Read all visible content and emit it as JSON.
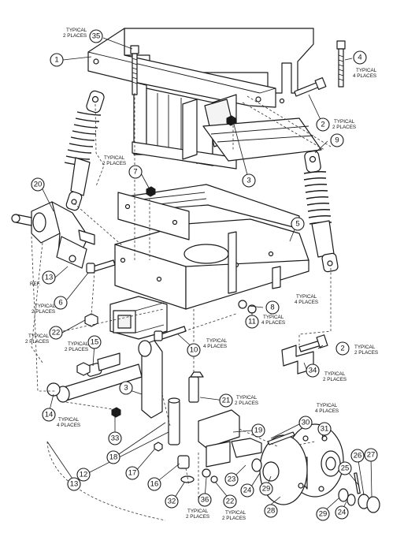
{
  "callouts": {
    "c1": "1",
    "c2a": "2",
    "c2b": "2",
    "c3a": "3",
    "c3b": "3",
    "c4": "4",
    "c5": "5",
    "c6": "6",
    "c7": "7",
    "c8": "8",
    "c9": "9",
    "c10": "10",
    "c11": "11",
    "c12": "12",
    "c13a": "13",
    "c13b": "13",
    "c14": "14",
    "c15": "15",
    "c16": "16",
    "c17": "17",
    "c18": "18",
    "c19": "19",
    "c20": "20",
    "c21": "21",
    "c22a": "22",
    "c22b": "22",
    "c23": "23",
    "c24a": "24",
    "c24b": "24",
    "c25": "25",
    "c26": "26",
    "c27": "27",
    "c28": "28",
    "c29a": "29",
    "c29b": "29",
    "c30": "30",
    "c31": "31",
    "c32": "32",
    "c33": "33",
    "c34": "34",
    "c35": "35",
    "c36": "36"
  },
  "notes": {
    "n35_l1": "TYPICAL",
    "n35_l2": "2 PLACES",
    "n4_l1": "TYPICAL",
    "n4_l2": "4 PLACES",
    "n2a_l1": "TYPICAL",
    "n2a_l2": "2 PLACES",
    "n7_l1": "TYPICAL",
    "n7_l2": "2 PLACES",
    "n13_ref": "REF.",
    "n6_l1": "TYPICAL",
    "n6_l2": "2 PLACES",
    "n22_l1": "TYPICAL",
    "n22_l2": "2 PLACES",
    "n8_l1": "TYPICAL",
    "n8_l2": "4 PLACES",
    "n11_l1": "TYPICAL",
    "n11_l2": "4 PLACES",
    "n15_l1": "TYPICAL",
    "n15_l2": "2 PLACES",
    "n10_l1": "TYPICAL",
    "n10_l2": "4 PLACES",
    "n2b_l1": "TYPICAL",
    "n2b_l2": "2 PLACES",
    "n34_l1": "TYPICAL",
    "n34_l2": "2 PLACES",
    "n14_l1": "TYPICAL",
    "n14_l2": "4 PLACES",
    "n21_l1": "TYPICAL",
    "n21_l2": "2 PLACES",
    "n31_l1": "TYPICAL",
    "n31_l2": "4 PLACES",
    "n36_l1": "TYPICAL",
    "n36_l2": "2 PLACES",
    "n22b_l1": "TYPICAL",
    "n22b_l2": "2 PLACES"
  }
}
